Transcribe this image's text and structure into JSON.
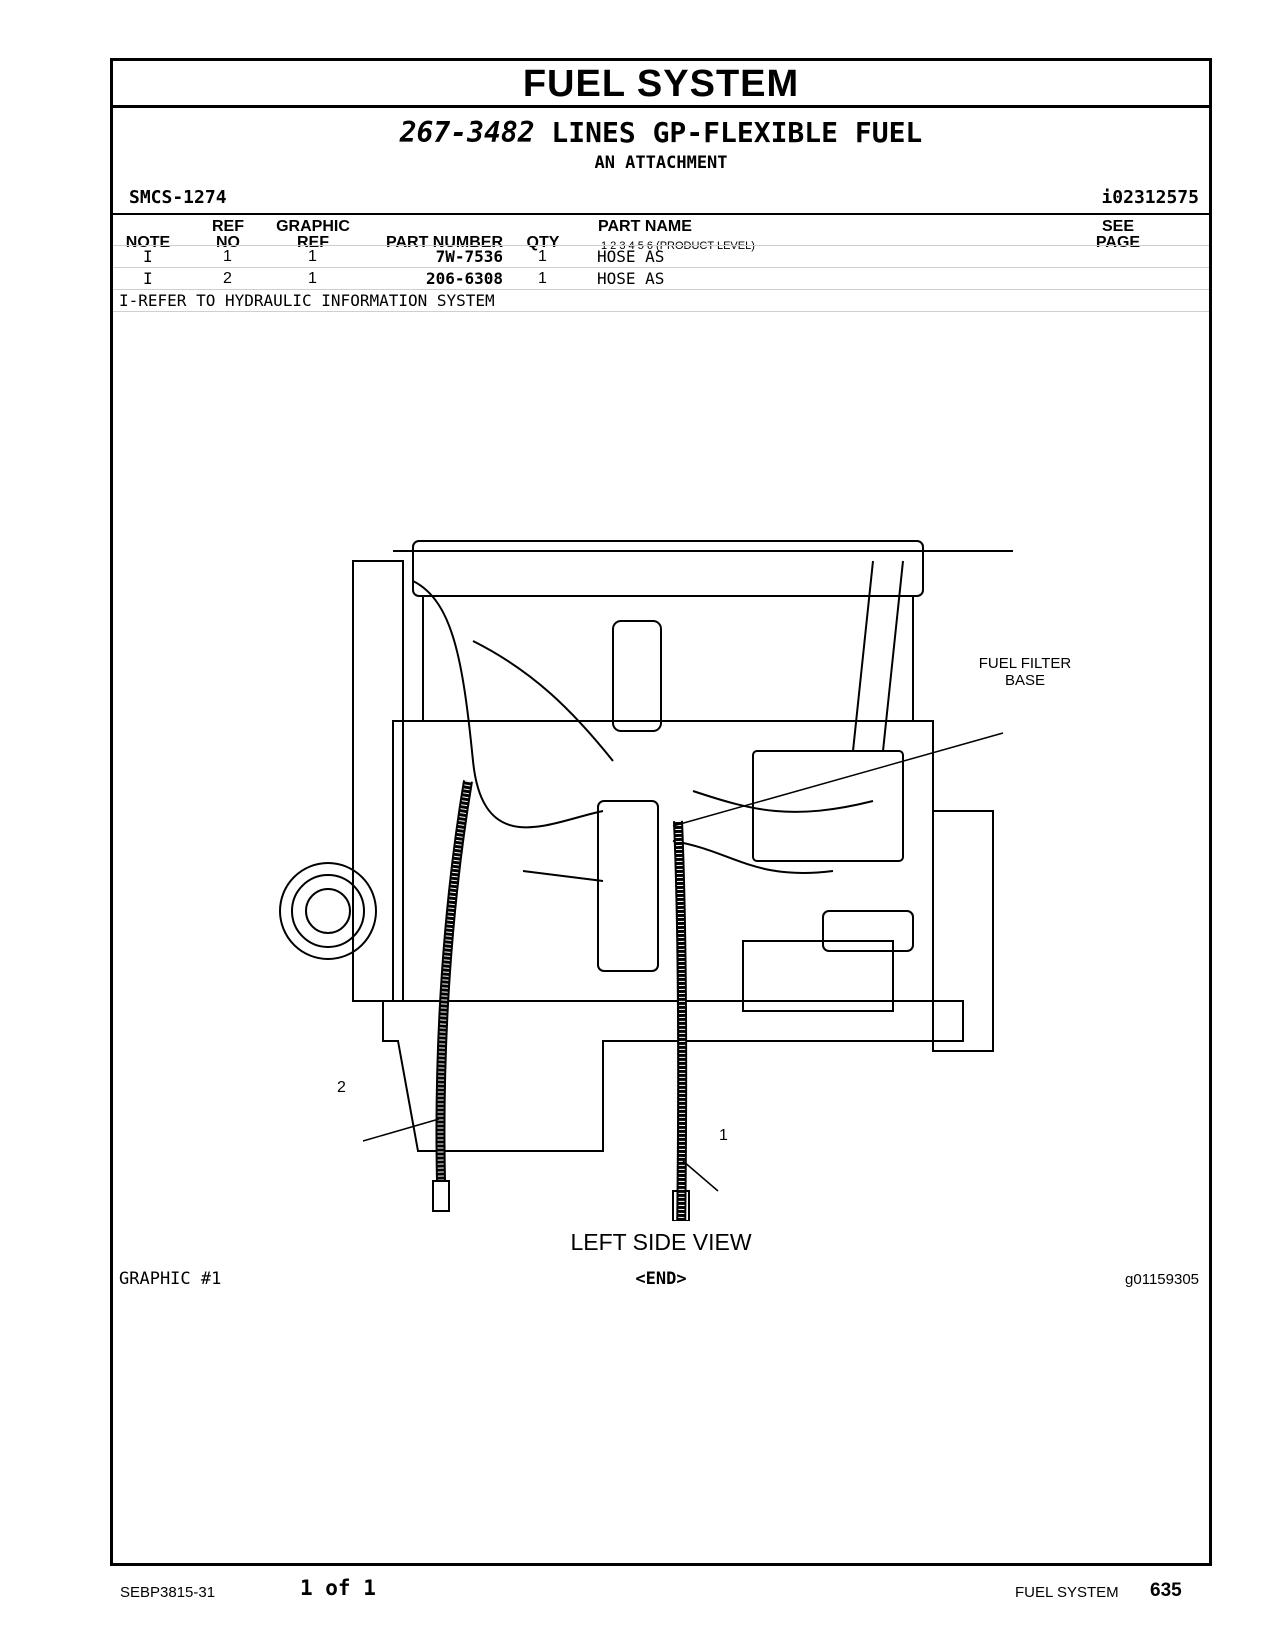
{
  "header": {
    "title": "FUEL SYSTEM",
    "part_number": "267-3482",
    "part_title": "LINES GP-FLEXIBLE FUEL",
    "attachment": "AN ATTACHMENT",
    "smcs": "SMCS-1274",
    "ident": "i02312575"
  },
  "table": {
    "col_note": "NOTE",
    "col_ref_no_1": "REF",
    "col_ref_no_2": "NO",
    "col_graphic_ref_1": "GRAPHIC",
    "col_graphic_ref_2": "REF",
    "col_part_number": "PART NUMBER",
    "col_qty": "QTY",
    "col_part_name": "PART NAME",
    "product_level": "1   2   3   4   5   6   (PRODUCT LEVEL)",
    "col_see_page_1": "SEE",
    "col_see_page_2": "PAGE",
    "rows": [
      {
        "note": "I",
        "ref_no": "1",
        "graphic_ref": "1",
        "part_number": "7W-7536",
        "qty": "1",
        "part_name": "HOSE AS"
      },
      {
        "note": "I",
        "ref_no": "2",
        "graphic_ref": "1",
        "part_number": "206-6308",
        "qty": "1",
        "part_name": "HOSE AS"
      }
    ],
    "footnote": "I-REFER TO HYDRAULIC INFORMATION SYSTEM"
  },
  "figure": {
    "callout_filter_1": "FUEL FILTER",
    "callout_filter_2": "BASE",
    "callout_1": "1",
    "callout_2": "2",
    "view_label": "LEFT SIDE VIEW"
  },
  "graphic_label": "GRAPHIC #1",
  "end_marker": "<END>",
  "graphic_id": "g01159305",
  "footer": {
    "doc": "SEBP3815-31",
    "pages": "1 of 1",
    "section": "FUEL SYSTEM",
    "page_no": "635"
  }
}
